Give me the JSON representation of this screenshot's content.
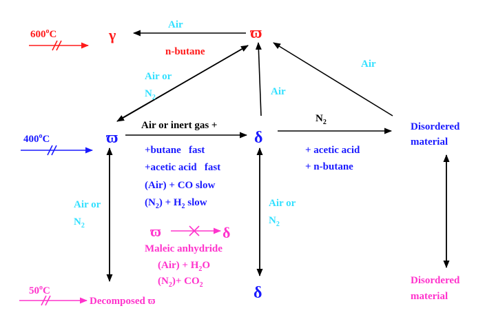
{
  "colors": {
    "red": "#ff1a1a",
    "blue": "#1a1aff",
    "cyan": "#33e0ff",
    "magenta": "#ff33cc",
    "black": "#000000"
  },
  "temps": {
    "t600": {
      "base": "600",
      "sup": "o",
      "unit": "C"
    },
    "t400": {
      "base": "400",
      "sup": "o",
      "unit": "C"
    },
    "t50": {
      "base": "50",
      "sup": "o",
      "unit": "C"
    }
  },
  "phases": {
    "gamma": "γ",
    "omega_top": "ϖ",
    "omega_mid": "ϖ",
    "delta_mid": "δ",
    "delta_bottom": "δ",
    "disordered_top": [
      "Disordered",
      "material"
    ],
    "disordered_bottom": [
      "Disordered",
      "material"
    ],
    "decomposed": {
      "text": "Decomposed ",
      "symbol": "ϖ"
    }
  },
  "labels": {
    "air_top": "Air",
    "nbutane_top": "n-butane",
    "air_or_n2_left_top": {
      "line1": "Air or",
      "n": "N",
      "sub": "2"
    },
    "air_middle": "Air",
    "air_right": "Air",
    "n2_right": {
      "n": "N",
      "sub": "2"
    },
    "acetic_acid_right": "+ acetic acid",
    "nbutane_right": "+ n-butane",
    "air_or_inert": "Air or inert gas +",
    "butane_fast": "+butane   fast",
    "acetic_fast": "+acetic acid   fast",
    "air_co_slow": "(Air) + CO slow",
    "n2_h2_slow": {
      "pre": "(N",
      "sub1": "2",
      "mid": ") + H",
      "sub2": "2",
      "post": " slow"
    },
    "air_or_n2_left_bottom": {
      "line1": "Air or",
      "n": "N",
      "sub": "2"
    },
    "air_or_n2_right_bottom": {
      "line1": "Air or",
      "n": "N",
      "sub": "2"
    },
    "omega_blocked": "ϖ",
    "delta_blocked": "δ",
    "maleic": "Maleic anhydride",
    "air_h2o": {
      "pre": "(Air) + H",
      "sub": "2",
      "post": "O"
    },
    "n2_co2": {
      "pre": "(N",
      "sub1": "2",
      "mid": ")+ CO",
      "sub2": "2"
    }
  }
}
